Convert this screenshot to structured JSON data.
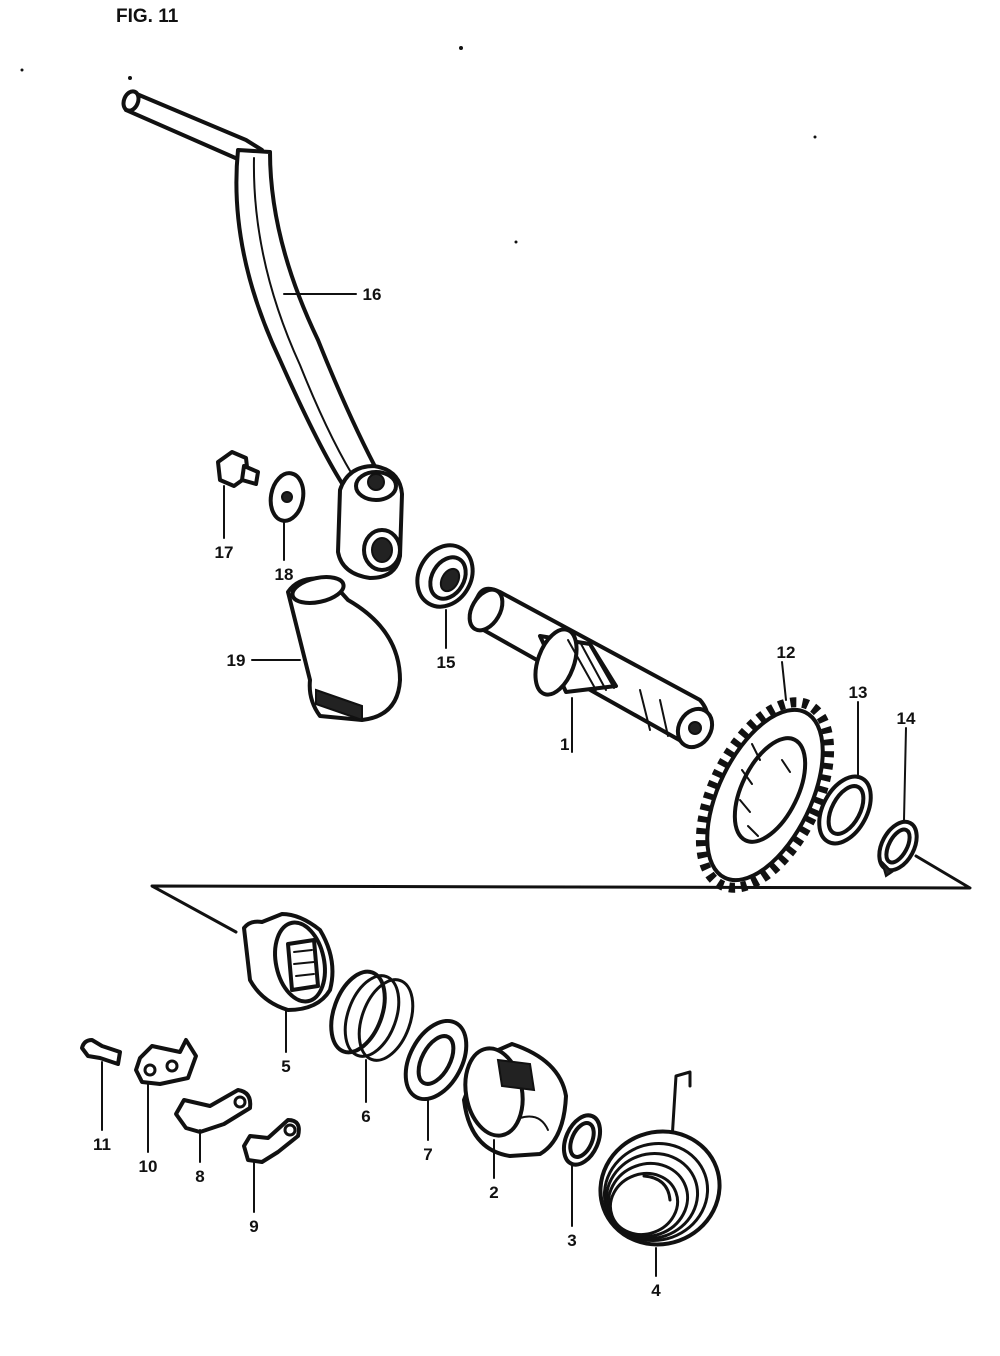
{
  "figure": {
    "title": "FIG. 11"
  },
  "labels": {
    "p1": "1",
    "p2": "2",
    "p3": "3",
    "p4": "4",
    "p5": "5",
    "p6": "6",
    "p7": "7",
    "p8": "8",
    "p9": "9",
    "p10": "10",
    "p11": "11",
    "p12": "12",
    "p13": "13",
    "p14": "14",
    "p15": "15",
    "p16": "16",
    "p17": "17",
    "p18": "18",
    "p19": "19"
  }
}
